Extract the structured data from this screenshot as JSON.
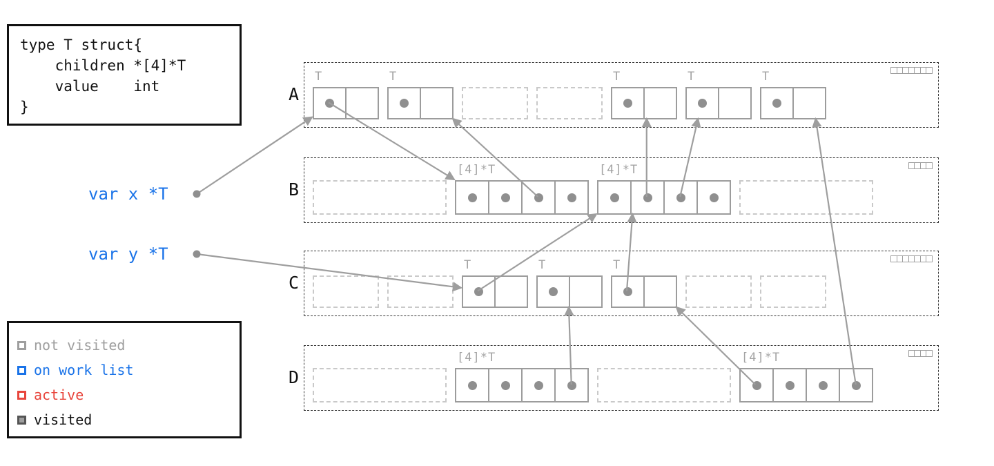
{
  "colors": {
    "gray": "#9e9e9e",
    "light_gray": "#c9c9c9",
    "blue": "#1a73e8",
    "red": "#e8453c",
    "black": "#111111"
  },
  "code_box": {
    "lines": [
      "type T struct{",
      "    children *[4]*T",
      "    value    int",
      "}"
    ]
  },
  "variables": [
    {
      "id": "x",
      "label": "var x *T"
    },
    {
      "id": "y",
      "label": "var y *T"
    }
  ],
  "legend": {
    "items": [
      {
        "label": "not visited",
        "state": "not_visited",
        "square": "outline",
        "color": "#9e9e9e",
        "text_color": "#9e9e9e"
      },
      {
        "label": "on work list",
        "state": "on_work_list",
        "square": "outline",
        "color": "#1a73e8",
        "text_color": "#1a73e8"
      },
      {
        "label": "active",
        "state": "active",
        "square": "outline",
        "color": "#e8453c",
        "text_color": "#e8453c"
      },
      {
        "label": "visited",
        "state": "visited",
        "square": "filled",
        "color": "#9e9e9e",
        "text_color": "#111111"
      }
    ]
  },
  "regions": [
    {
      "id": "A",
      "label": "A",
      "slot_kind": "object",
      "minigrid_cells": 7,
      "slots": [
        {
          "state": "occupied",
          "type_label": "T",
          "cells": 2,
          "dots": [
            0
          ]
        },
        {
          "state": "occupied",
          "type_label": "T",
          "cells": 2,
          "dots": [
            0
          ]
        },
        {
          "state": "free"
        },
        {
          "state": "free"
        },
        {
          "state": "occupied",
          "type_label": "T",
          "cells": 2,
          "dots": [
            0
          ]
        },
        {
          "state": "occupied",
          "type_label": "T",
          "cells": 2,
          "dots": [
            0
          ]
        },
        {
          "state": "occupied",
          "type_label": "T",
          "cells": 2,
          "dots": [
            0
          ]
        }
      ]
    },
    {
      "id": "B",
      "label": "B",
      "slot_kind": "array",
      "minigrid_cells": 4,
      "slots": [
        {
          "state": "free"
        },
        {
          "state": "occupied",
          "type_label": "[4]*T",
          "cells": 4,
          "dots": [
            0,
            1,
            2,
            3
          ]
        },
        {
          "state": "occupied",
          "type_label": "[4]*T",
          "cells": 4,
          "dots": [
            0,
            1,
            2,
            3
          ]
        },
        {
          "state": "free"
        }
      ]
    },
    {
      "id": "C",
      "label": "C",
      "slot_kind": "object",
      "minigrid_cells": 7,
      "slots": [
        {
          "state": "free"
        },
        {
          "state": "free"
        },
        {
          "state": "occupied",
          "type_label": "T",
          "cells": 2,
          "dots": [
            0
          ]
        },
        {
          "state": "occupied",
          "type_label": "T",
          "cells": 2,
          "dots": [
            0
          ]
        },
        {
          "state": "occupied",
          "type_label": "T",
          "cells": 2,
          "dots": [
            0
          ]
        },
        {
          "state": "free"
        },
        {
          "state": "free"
        }
      ]
    },
    {
      "id": "D",
      "label": "D",
      "slot_kind": "array",
      "minigrid_cells": 4,
      "slots": [
        {
          "state": "free"
        },
        {
          "state": "occupied",
          "type_label": "[4]*T",
          "cells": 4,
          "dots": [
            0,
            1,
            2,
            3
          ]
        },
        {
          "state": "free"
        },
        {
          "state": "occupied",
          "type_label": "[4]*T",
          "cells": 4,
          "dots": [
            0,
            1,
            2,
            3
          ]
        }
      ]
    }
  ],
  "pointers": [
    {
      "from": {
        "kind": "var",
        "id": "x"
      },
      "to": {
        "region": "A",
        "slot": 0,
        "fx": 0.0,
        "fy": 0.95
      }
    },
    {
      "from": {
        "kind": "var",
        "id": "y"
      },
      "to": {
        "region": "C",
        "slot": 2,
        "fx": 0.0,
        "fy": 0.4
      }
    },
    {
      "from": {
        "kind": "dot",
        "region": "A",
        "slot": 0,
        "cell": 0
      },
      "to": {
        "region": "B",
        "slot": 1,
        "fx": 0.0,
        "fy": 0.0
      }
    },
    {
      "from": {
        "kind": "dot",
        "region": "B",
        "slot": 1,
        "cell": 2
      },
      "to": {
        "region": "A",
        "slot": 1,
        "fx": 1.0,
        "fy": 1.0
      }
    },
    {
      "from": {
        "kind": "dot",
        "region": "B",
        "slot": 2,
        "cell": 1
      },
      "to": {
        "region": "A",
        "slot": 4,
        "fx": 0.55,
        "fy": 1.0
      }
    },
    {
      "from": {
        "kind": "dot",
        "region": "B",
        "slot": 2,
        "cell": 2
      },
      "to": {
        "region": "A",
        "slot": 5,
        "fx": 0.2,
        "fy": 1.0
      }
    },
    {
      "from": {
        "kind": "dot",
        "region": "C",
        "slot": 2,
        "cell": 0
      },
      "to": {
        "region": "B",
        "slot": 2,
        "fx": 0.0,
        "fy": 1.0
      }
    },
    {
      "from": {
        "kind": "dot",
        "region": "C",
        "slot": 4,
        "cell": 0
      },
      "to": {
        "region": "B",
        "slot": 2,
        "fx": 0.27,
        "fy": 1.0
      }
    },
    {
      "from": {
        "kind": "dot",
        "region": "D",
        "slot": 1,
        "cell": 3
      },
      "to": {
        "region": "C",
        "slot": 3,
        "fx": 0.5,
        "fy": 1.0
      }
    },
    {
      "from": {
        "kind": "dot",
        "region": "D",
        "slot": 3,
        "cell": 0
      },
      "to": {
        "region": "C",
        "slot": 4,
        "fx": 1.0,
        "fy": 1.0
      }
    },
    {
      "from": {
        "kind": "dot",
        "region": "D",
        "slot": 3,
        "cell": 3
      },
      "to": {
        "region": "A",
        "slot": 6,
        "fx": 0.85,
        "fy": 1.0
      }
    }
  ]
}
